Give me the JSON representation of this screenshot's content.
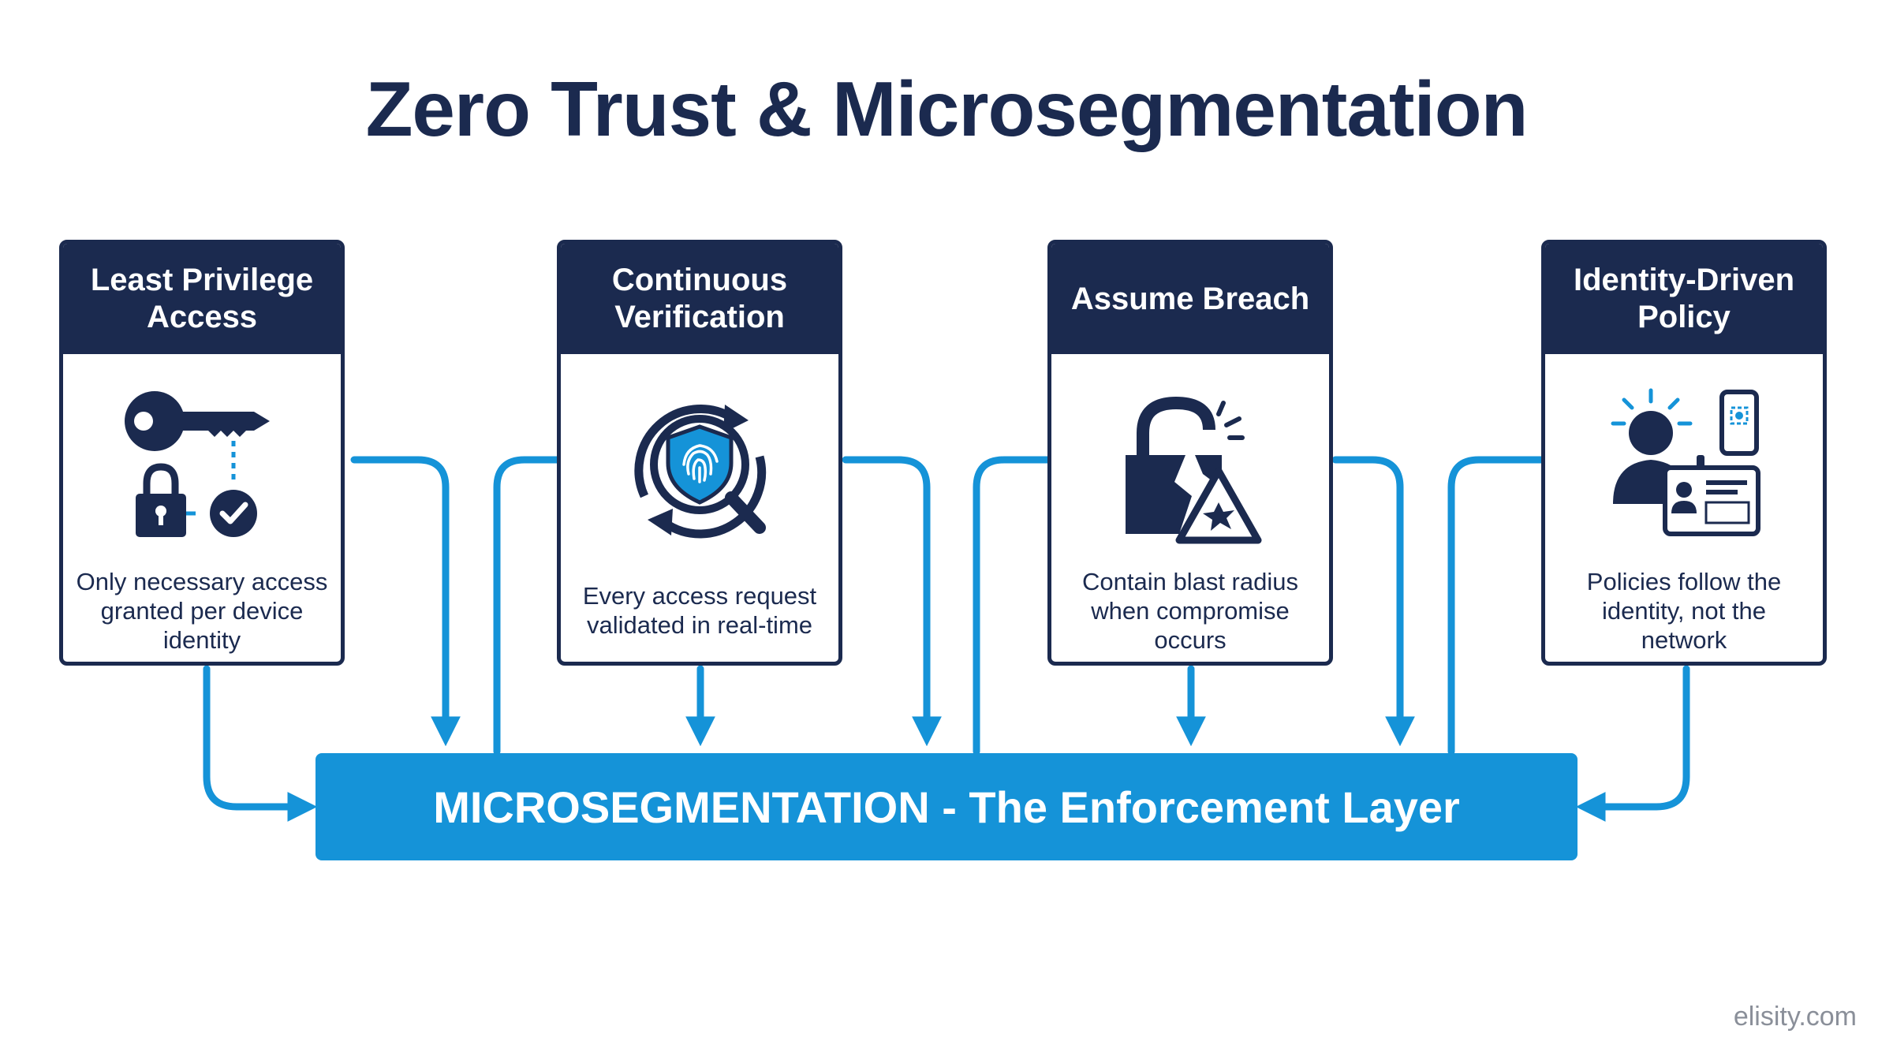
{
  "title": "Zero Trust & Microsegmentation",
  "colors": {
    "navy": "#1b2a4f",
    "accent_blue": "#1593d8",
    "background": "#ffffff"
  },
  "pillars": [
    {
      "heading": "Least Privilege Access",
      "description": "Only necessary access granted per device identity",
      "icon": "key-lock-check-icon"
    },
    {
      "heading": "Continuous Verification",
      "description": "Every access request validated in real-time",
      "icon": "fingerprint-shield-magnifier-icon"
    },
    {
      "heading": "Assume Breach",
      "description": "Contain blast radius when compromise occurs",
      "icon": "broken-lock-warning-icon"
    },
    {
      "heading": "Identity-Driven Policy",
      "description": "Policies follow the identity, not the network",
      "icon": "identity-badge-icon"
    }
  ],
  "enforcement_layer": "MICROSEGMENTATION - The Enforcement Layer",
  "watermark": "elisity.com"
}
